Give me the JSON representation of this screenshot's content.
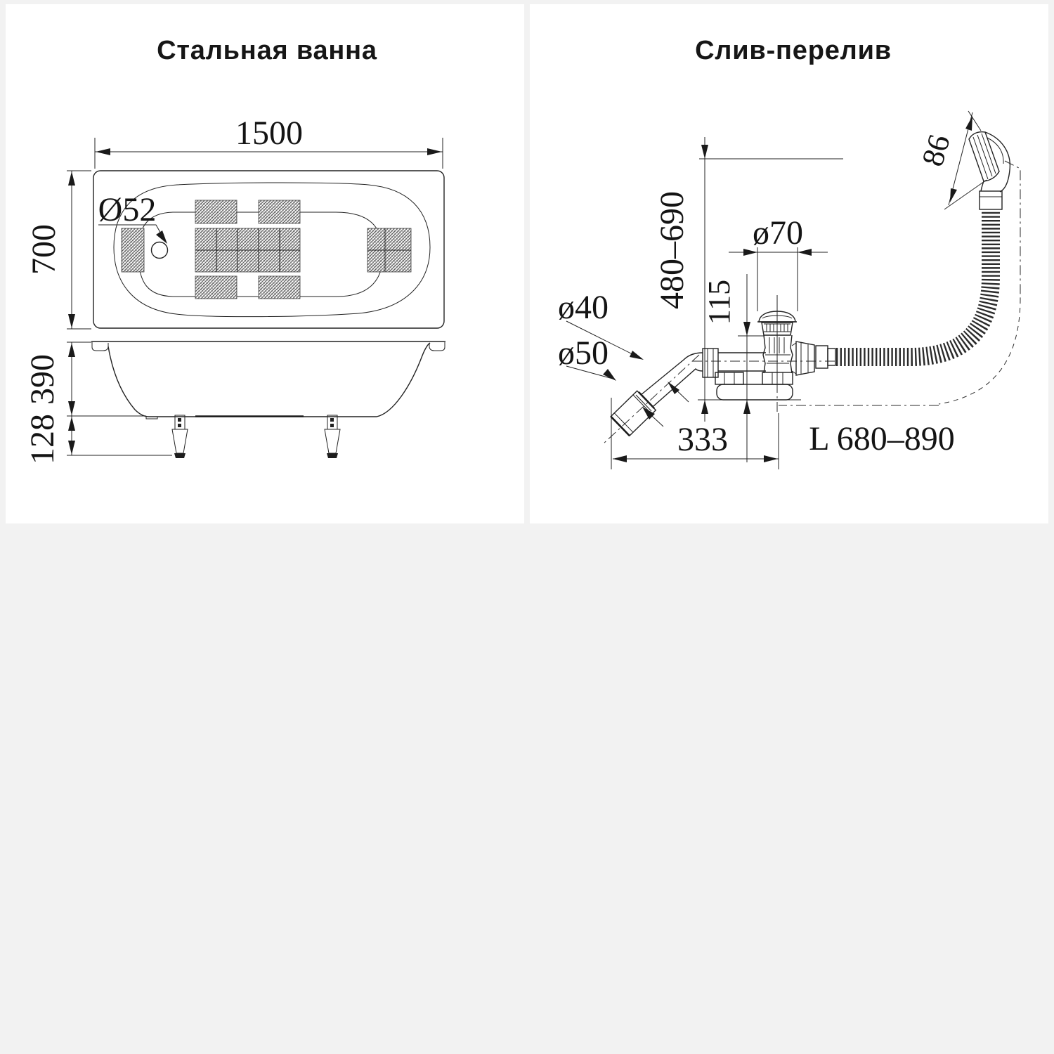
{
  "window": {
    "background": "#f2f2f2",
    "panel_background": "#ffffff",
    "line_color": "#222222"
  },
  "left_panel": {
    "title": "Стальная ванна",
    "dimensions": {
      "length": "1500",
      "width": "700",
      "drain_hole": "Ø52",
      "tub_depth": "390",
      "leg_height": "128"
    }
  },
  "right_panel": {
    "title": "Слив-перелив",
    "dimensions": {
      "overflow_cover": "86",
      "installation_height": "480–690",
      "drain_cap": "ø70",
      "drain_body_height": "115",
      "pipe_diameter": "ø40",
      "outlet_diameter": "ø50",
      "horizontal_offset": "333",
      "hose_length": "L 680–890"
    }
  }
}
